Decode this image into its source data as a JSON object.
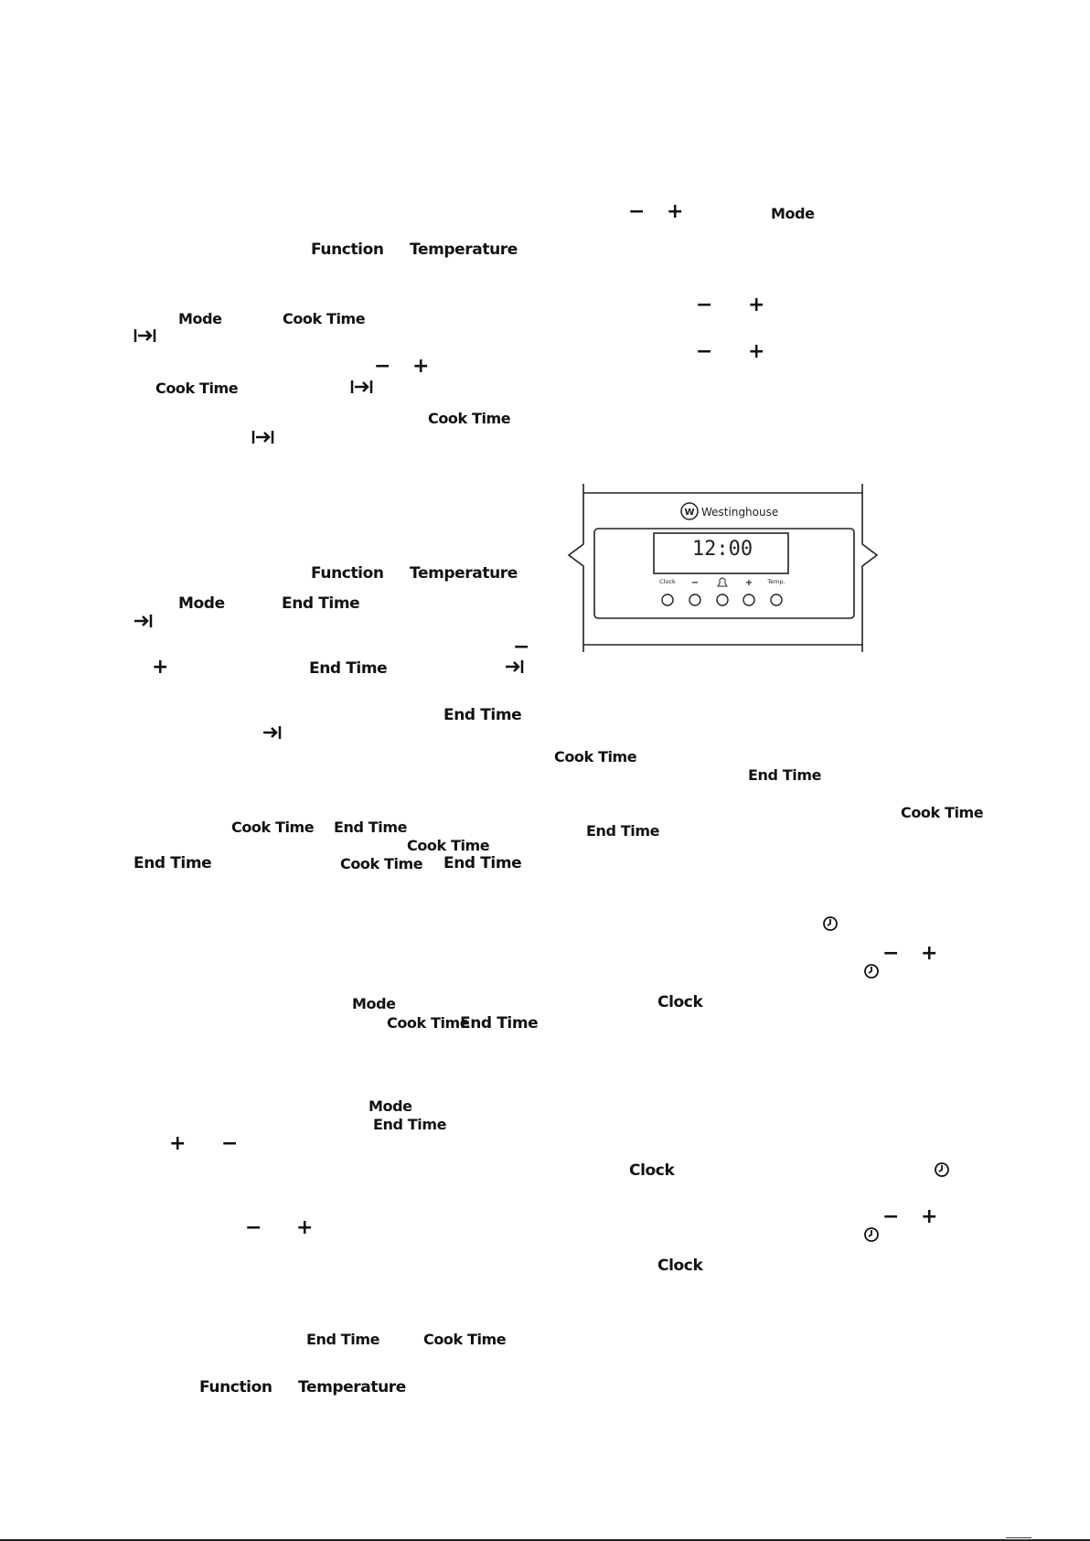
{
  "glyphs": {
    "minus": "−",
    "plus": "+",
    "skip_icon": "skip-to-end-icon",
    "arrow_icon": "arrow-to-end-icon",
    "clock_icon": "clock-icon",
    "bell_icon": "bell-icon"
  },
  "labels": {
    "mode": "Mode",
    "function": "Function",
    "temperature": "Temperature",
    "cook_time": "Cook Time",
    "end_time": "End Time",
    "clock": "Clock"
  },
  "panel": {
    "brand": "Westinghouse",
    "brand_logo_letter": "W",
    "display": "12:00",
    "buttons": {
      "clock": "Clock",
      "minus": "−",
      "plus": "+",
      "temp": "Temp."
    }
  }
}
